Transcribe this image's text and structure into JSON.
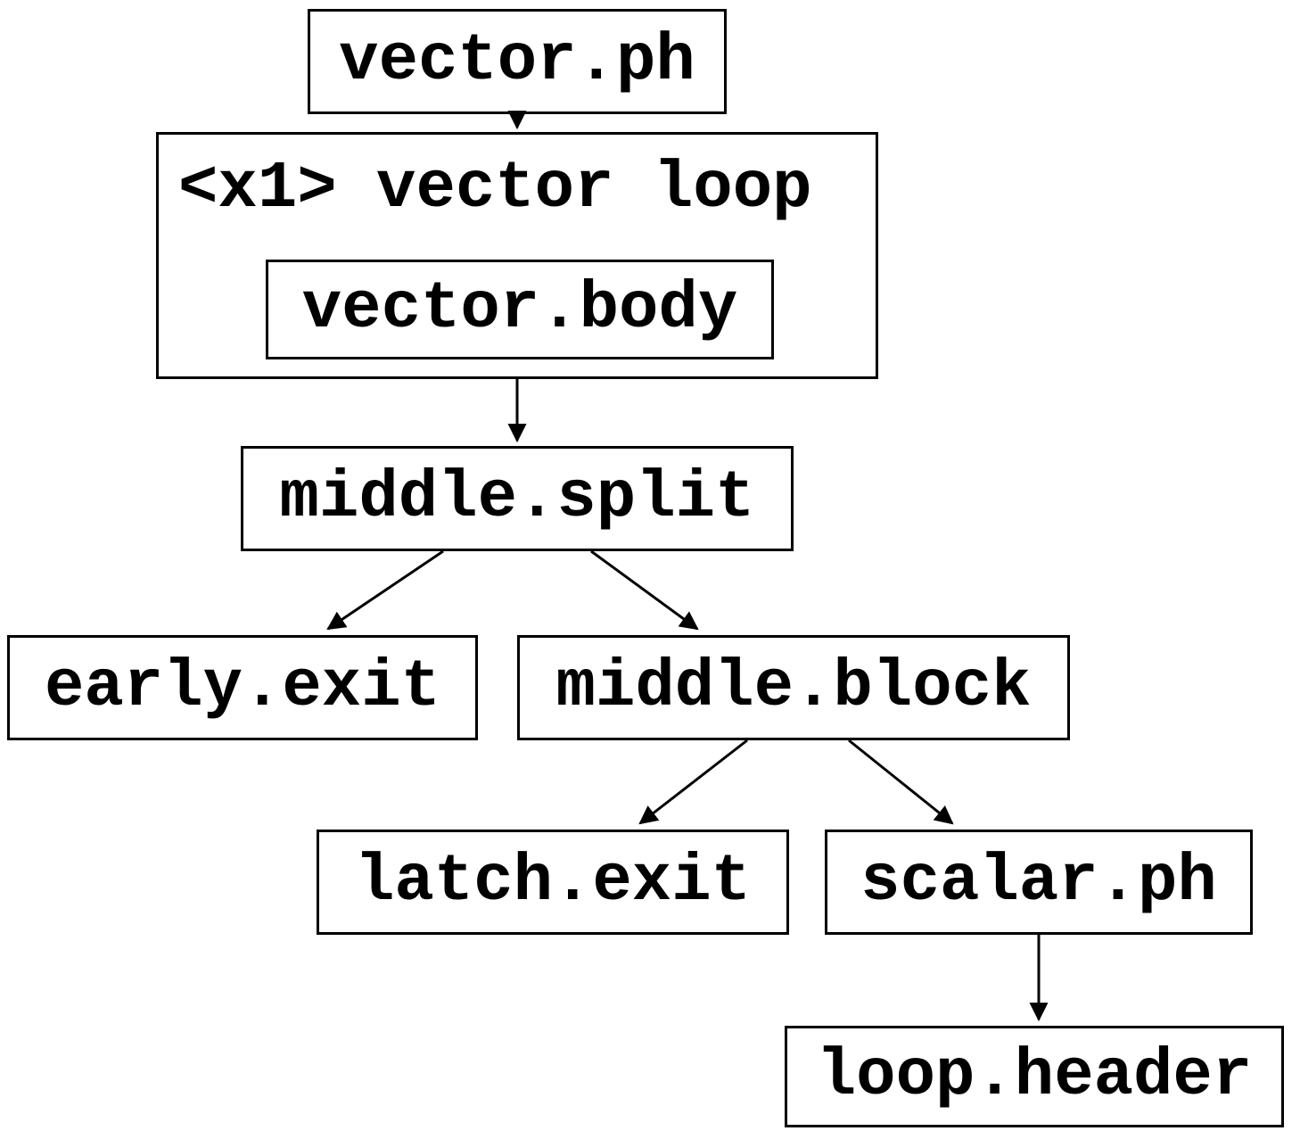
{
  "diagram": {
    "type": "flowchart",
    "background": "#ffffff",
    "node_fill": "#ffffff",
    "node_border_color": "#000000",
    "text_color": "#000000",
    "nodes": {
      "vector_ph": {
        "label": "vector.ph"
      },
      "vector_loop": {
        "label": "<x1> vector loop",
        "kind": "subgraph"
      },
      "vector_body": {
        "label": "vector.body",
        "parent": "vector_loop"
      },
      "middle_split": {
        "label": "middle.split"
      },
      "early_exit": {
        "label": "early.exit"
      },
      "middle_block": {
        "label": "middle.block"
      },
      "latch_exit": {
        "label": "latch.exit"
      },
      "scalar_ph": {
        "label": "scalar.ph"
      },
      "loop_header": {
        "label": "loop.header"
      }
    },
    "edges": [
      {
        "from": "vector.ph",
        "to": "<x1> vector loop"
      },
      {
        "from": "<x1> vector loop",
        "to": "middle.split"
      },
      {
        "from": "middle.split",
        "to": "early.exit"
      },
      {
        "from": "middle.split",
        "to": "middle.block"
      },
      {
        "from": "middle.block",
        "to": "latch.exit"
      },
      {
        "from": "middle.block",
        "to": "scalar.ph"
      },
      {
        "from": "scalar.ph",
        "to": "loop.header"
      }
    ]
  }
}
